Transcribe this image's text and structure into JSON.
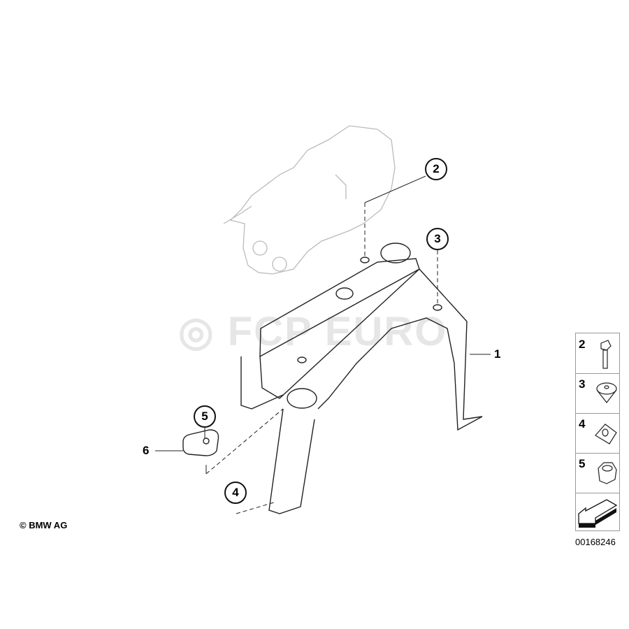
{
  "callouts": {
    "c2": "2",
    "c3": "3",
    "c4": "4",
    "c5": "5"
  },
  "labels": {
    "part1": "1",
    "part6": "6"
  },
  "legend": {
    "items": [
      {
        "number": "2",
        "icon": "bolt-icon"
      },
      {
        "number": "3",
        "icon": "expanding-rivet-icon"
      },
      {
        "number": "4",
        "icon": "clip-nut-icon"
      },
      {
        "number": "5",
        "icon": "hex-nut-icon"
      }
    ],
    "direction_icon": "front-direction-arrow-icon"
  },
  "diagram_number": "00168246",
  "copyright": "© BMW AG",
  "watermark": "FCP EURO"
}
